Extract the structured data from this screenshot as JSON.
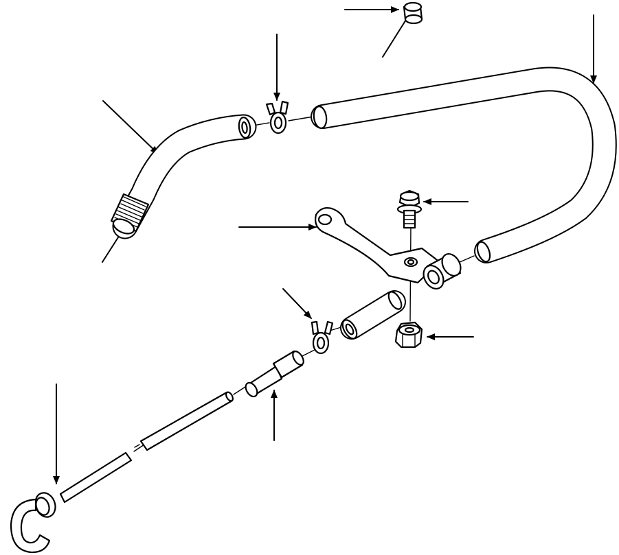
{
  "drawing": {
    "style": "exploded parts view",
    "line_color": "#000000",
    "background_color": "#ffffff",
    "parts": [
      {
        "name": "dipstick-tube-upper"
      },
      {
        "name": "hose-upper"
      },
      {
        "name": "hose-clamp-upper"
      },
      {
        "name": "cap"
      },
      {
        "name": "tube-loop"
      },
      {
        "name": "bracket"
      },
      {
        "name": "bolt"
      },
      {
        "name": "nut"
      },
      {
        "name": "hose-lower"
      },
      {
        "name": "hose-clamp-lower"
      },
      {
        "name": "connector-sleeve"
      },
      {
        "name": "dipstick-rod"
      },
      {
        "name": "dipstick-handle"
      }
    ]
  }
}
